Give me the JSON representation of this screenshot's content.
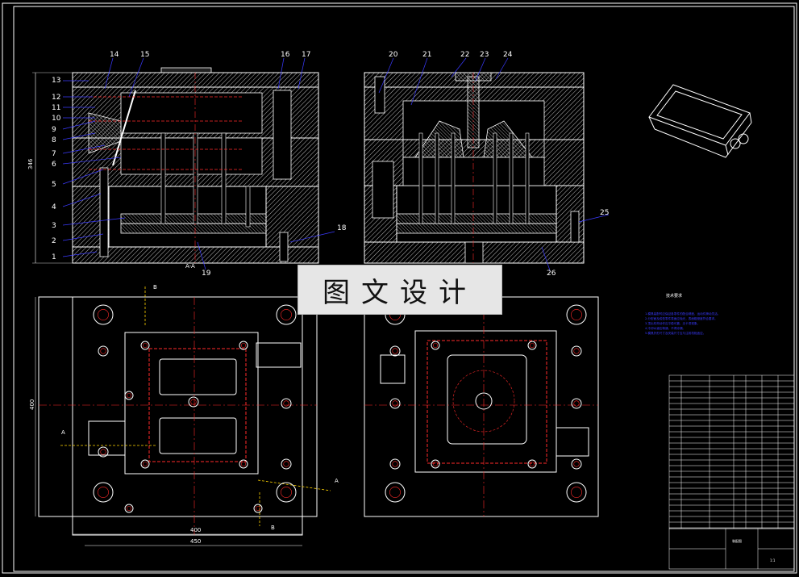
{
  "drawing": {
    "background": "#000000",
    "line_color": "#ffffff",
    "leader_color": "#3a3aff",
    "center_line_color": "#ff2a2a",
    "hatch_color": "#cccccc"
  },
  "section_view": {
    "part_numbers_left": [
      "13",
      "12",
      "11",
      "10",
      "9",
      "8",
      "7",
      "6",
      "5",
      "4",
      "3",
      "2",
      "1"
    ],
    "part_numbers_top_left": [
      "14",
      "15",
      "16",
      "17"
    ],
    "part_numbers_top_right": [
      "20",
      "21",
      "22",
      "23",
      "24"
    ],
    "part_numbers_right": [
      "18",
      "25",
      "26"
    ],
    "part_number_bottom": "19",
    "section_label": "A-A",
    "height_dimension": "346"
  },
  "plan_view": {
    "width_dimension_inner": "400",
    "width_dimension_outer": "450",
    "height_dimension": "400",
    "section_marker_a": "A",
    "section_marker_b": "B"
  },
  "tech_notes": {
    "title": "技术要求",
    "lines": [
      "1.模具装配时应保证各零件的配合精度，运动件滑动灵活。",
      "2.分型面及成型零件表面应抛光，表面粗糙度符合要求。",
      "3.顶出机构动作应平稳可靠，无卡滞现象。",
      "4.冷却水道应畅通，不得渗漏。",
      "5.模具外形尺寸及安装尺寸应与注射机相适应。"
    ]
  },
  "title_block": {
    "drawing_name": "装配图",
    "scale": "1:1"
  },
  "watermark": "图文设计"
}
